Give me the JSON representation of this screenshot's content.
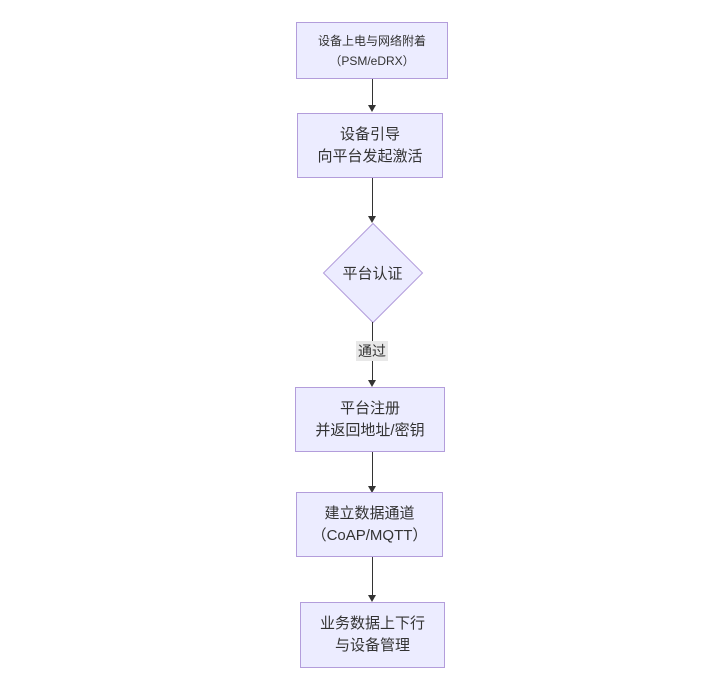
{
  "diagram": {
    "type": "flowchart",
    "direction": "top-down",
    "nodes": [
      {
        "id": "n1",
        "shape": "rect",
        "lines": [
          "设备上电与网络附着",
          "（PSM/eDRX）"
        ]
      },
      {
        "id": "n2",
        "shape": "rect",
        "lines": [
          "设备引导",
          "向平台发起激活"
        ]
      },
      {
        "id": "n3",
        "shape": "diamond",
        "lines": [
          "平台认证"
        ]
      },
      {
        "id": "n4",
        "shape": "rect",
        "lines": [
          "平台注册",
          "并返回地址/密钥"
        ]
      },
      {
        "id": "n5",
        "shape": "rect",
        "lines": [
          "建立数据通道",
          "（CoAP/MQTT）"
        ]
      },
      {
        "id": "n6",
        "shape": "rect",
        "lines": [
          "业务数据上下行",
          "与设备管理"
        ]
      }
    ],
    "edges": [
      {
        "from": "n1",
        "to": "n2",
        "label": ""
      },
      {
        "from": "n2",
        "to": "n3",
        "label": ""
      },
      {
        "from": "n3",
        "to": "n4",
        "label": "通过"
      },
      {
        "from": "n4",
        "to": "n5",
        "label": ""
      },
      {
        "from": "n5",
        "to": "n6",
        "label": ""
      }
    ],
    "colors": {
      "node_fill": "#ECECFF",
      "node_border": "#b39ddb",
      "text": "#333333",
      "arrow": "#333333",
      "edge_label_bg": "#e8e8e8"
    }
  }
}
